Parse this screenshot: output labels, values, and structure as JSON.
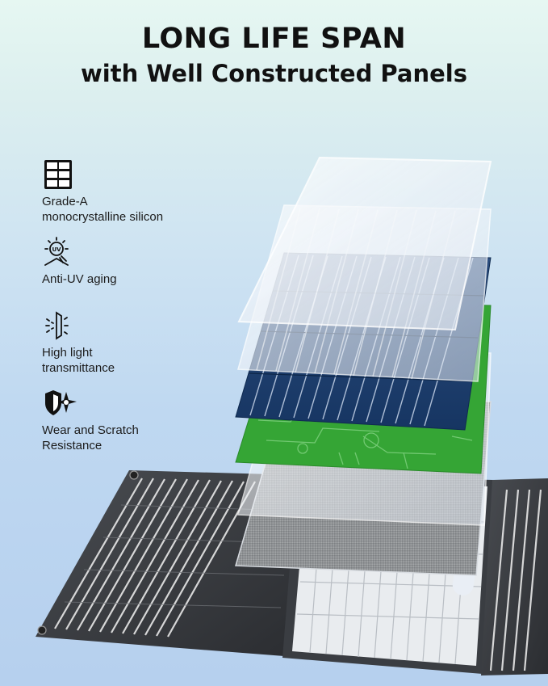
{
  "header": {
    "title": "LONG LIFE SPAN",
    "subtitle": "with Well Constructed Panels"
  },
  "features": [
    {
      "icon": "solar-cell-grid-icon",
      "lines": [
        "Grade-A",
        "monocrystalline silicon"
      ]
    },
    {
      "icon": "uv-sun-shield-icon",
      "lines": [
        "Anti-UV aging"
      ]
    },
    {
      "icon": "light-transmittance-icon",
      "lines": [
        "High light",
        "transmittance"
      ]
    },
    {
      "icon": "shield-scratch-icon",
      "lines": [
        "Wear and Scratch",
        "Resistance"
      ]
    }
  ],
  "layers": [
    {
      "name": "top-glass-layer",
      "color": "#f3f6f9"
    },
    {
      "name": "second-glass-layer",
      "color": "#eef2f7"
    },
    {
      "name": "mono-silicon-cell-layer",
      "color": "#1d3f6e"
    },
    {
      "name": "pcb-circuit-layer",
      "color": "#2e9d2e"
    },
    {
      "name": "lower-glass-layer",
      "color": "#e8eef5"
    },
    {
      "name": "fabric-backing-layer",
      "color": "#8a8d90"
    }
  ],
  "panel": {
    "color": "#3c3f44"
  }
}
